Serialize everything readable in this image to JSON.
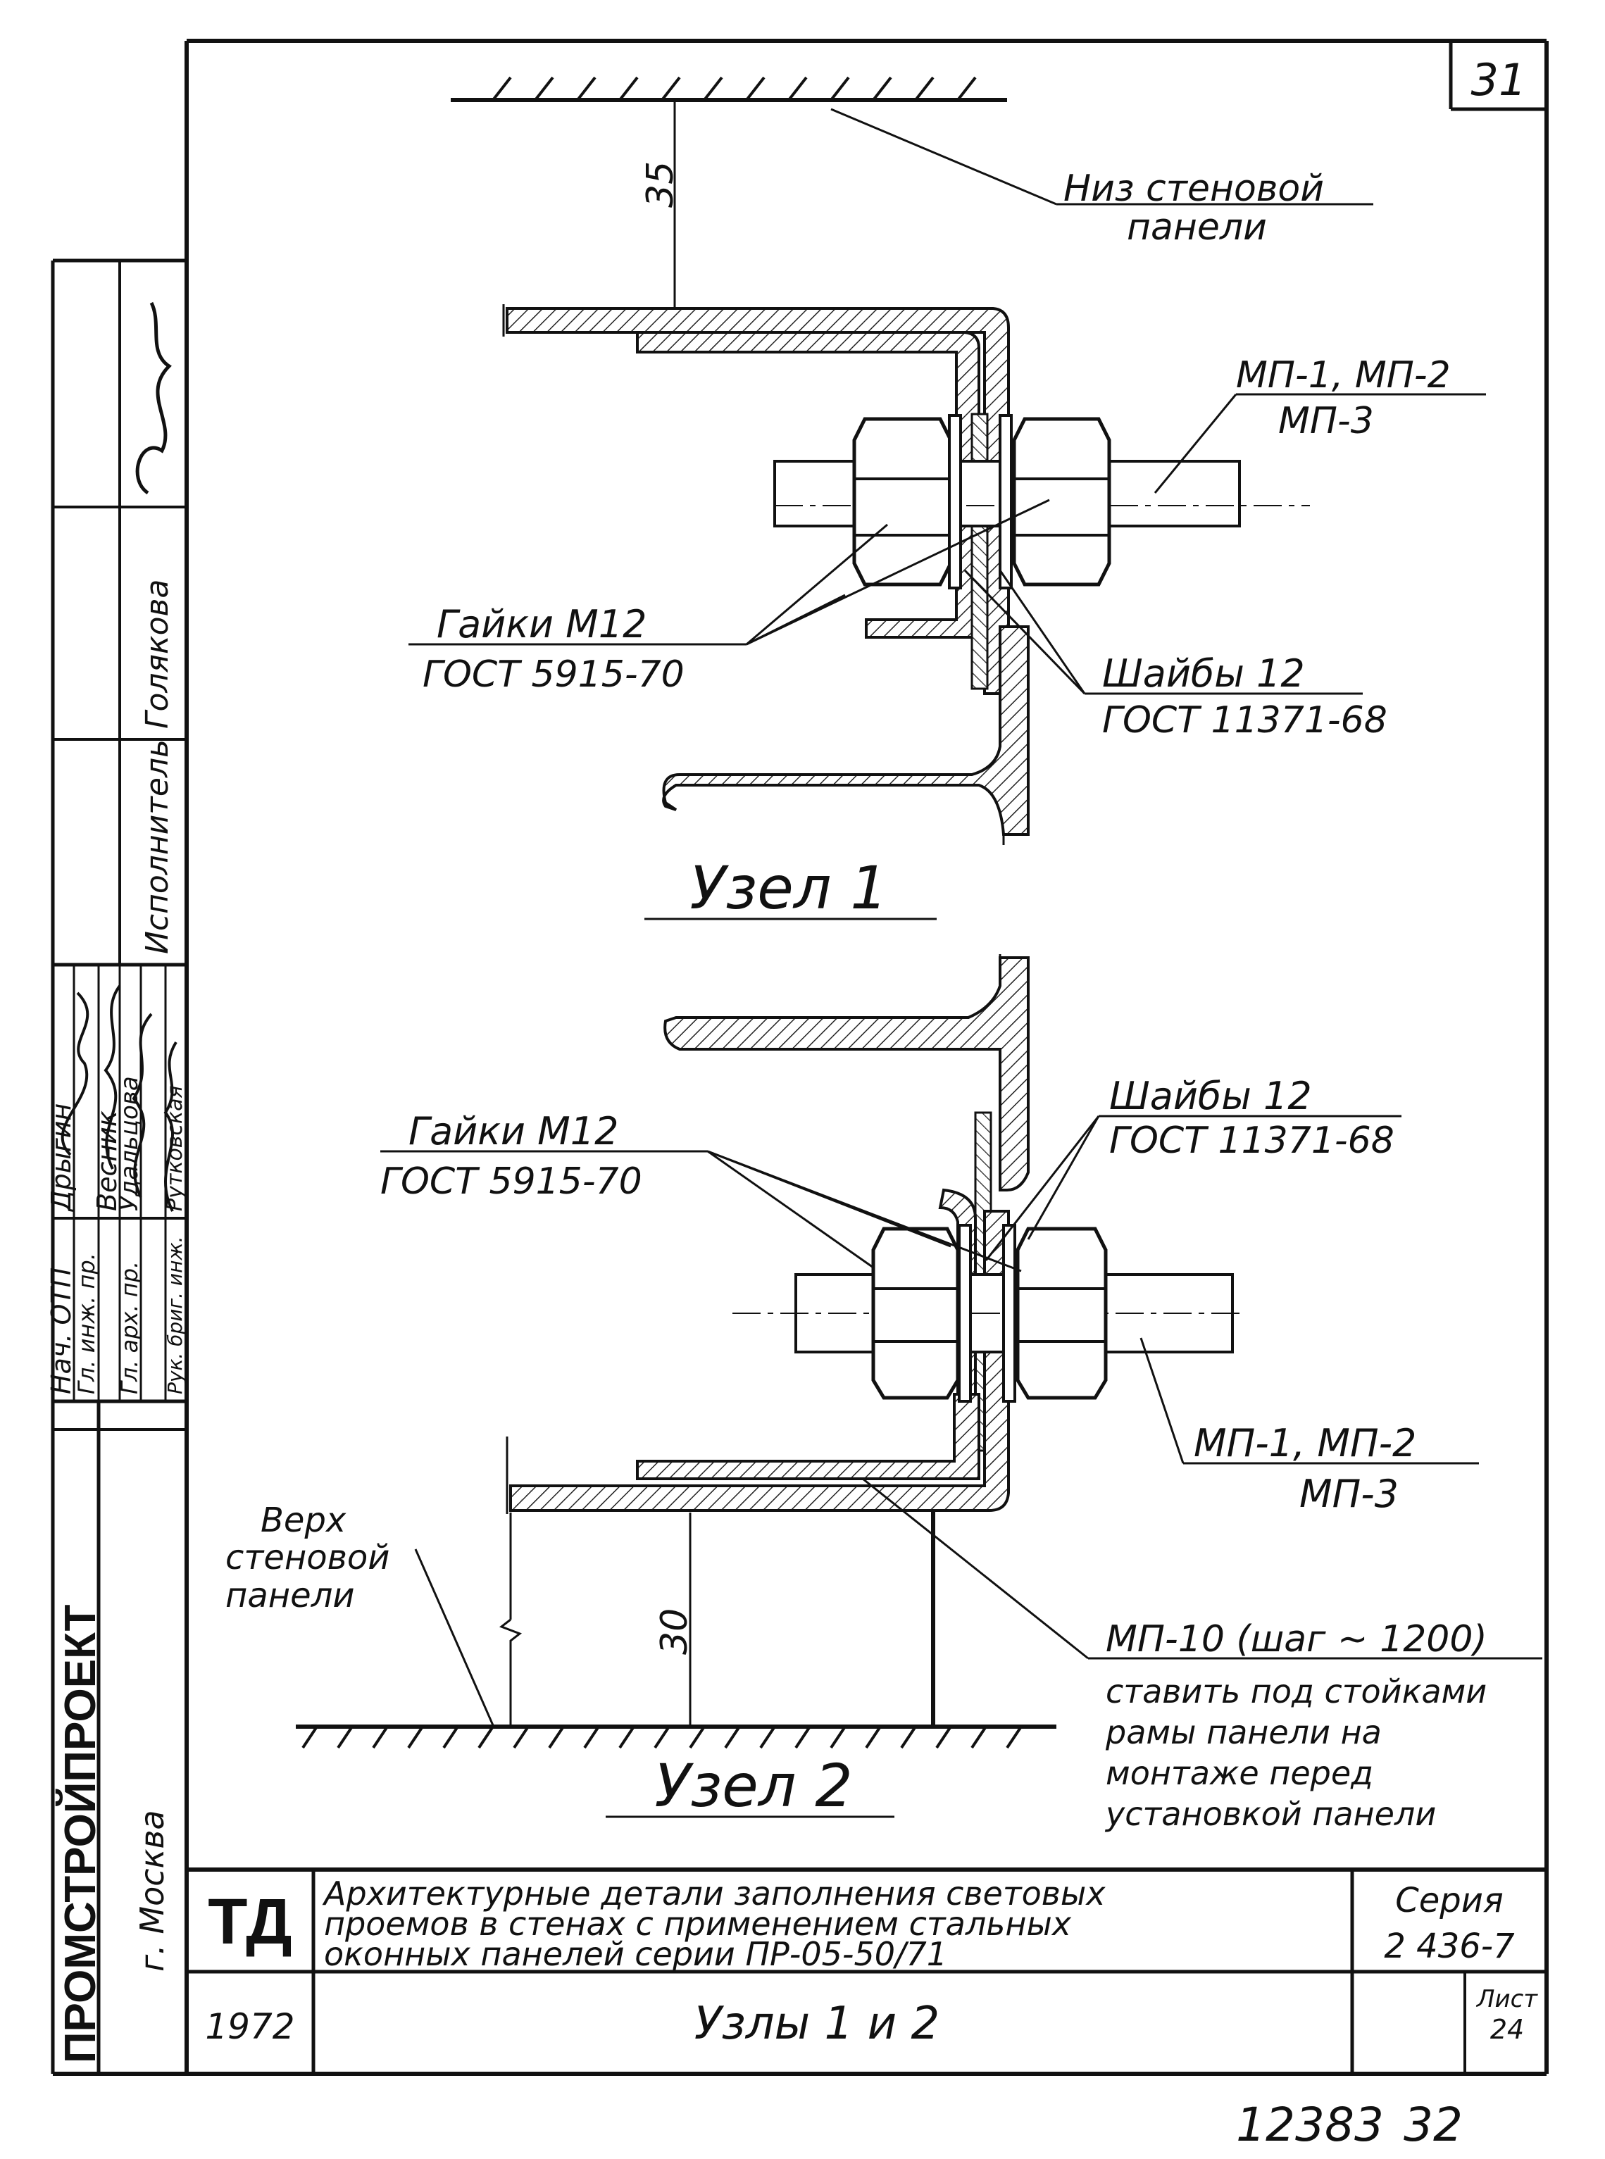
{
  "sheet": {
    "number_top": "31",
    "number_bottom": "32",
    "inventory_number": "12383"
  },
  "node1": {
    "label": "Узел 1",
    "dimension": "35",
    "panel_bottom_line1": "Низ стеновой",
    "panel_bottom_line2": "панели",
    "mp_line1": "МП-1, МП-2",
    "mp_line2": "МП-3",
    "nuts_line1": "Гайки М12",
    "nuts_line2": "ГОСТ 5915-70",
    "washers_line1": "Шайбы 12",
    "washers_line2": "ГОСТ 11371-68"
  },
  "node2": {
    "label": "Узел 2",
    "dimension": "30",
    "washers_line1": "Шайбы 12",
    "washers_line2": "ГОСТ 11371-68",
    "nuts_line1": "Гайки М12",
    "nuts_line2": "ГОСТ 5915-70",
    "mp_line1": "МП-1, МП-2",
    "mp_line2": "МП-3",
    "panel_top_line1": "Верх",
    "panel_top_line2": "стеновой",
    "panel_top_line3": "панели",
    "mp10_line1": "МП-10 (шаг ~ 1200)",
    "mp10_line2": "ставить под стойками",
    "mp10_line3": "рамы панели на",
    "mp10_line4": "монтаже перед",
    "mp10_line5": "установкой панели"
  },
  "side_stamp": {
    "organization": "ПРОМСТРОЙПРОЕКТ",
    "city": "г. Москва",
    "roles": [
      "Нач. ОТП",
      "Гл. инж. пр.",
      "Гл. арх. пр.",
      "Рук. бриг. инж."
    ],
    "names": [
      "Дрыгин",
      "Весник",
      "Удальцова",
      "Рутковская"
    ],
    "executor_role": "Исполнитель",
    "executor_name": "Голякова"
  },
  "title_block": {
    "logo": "ТД",
    "title_line1": "Архитектурные детали заполнения световых",
    "title_line2": "проемов в стенах с применением стальных",
    "title_line3": "оконных панелей серии ПР-05-50/71",
    "series_label": "Серия",
    "series_value": "2 436-7",
    "year": "1972",
    "subject": "Узлы 1 и 2",
    "sheet_label": "Лист",
    "sheet_value": "24"
  }
}
